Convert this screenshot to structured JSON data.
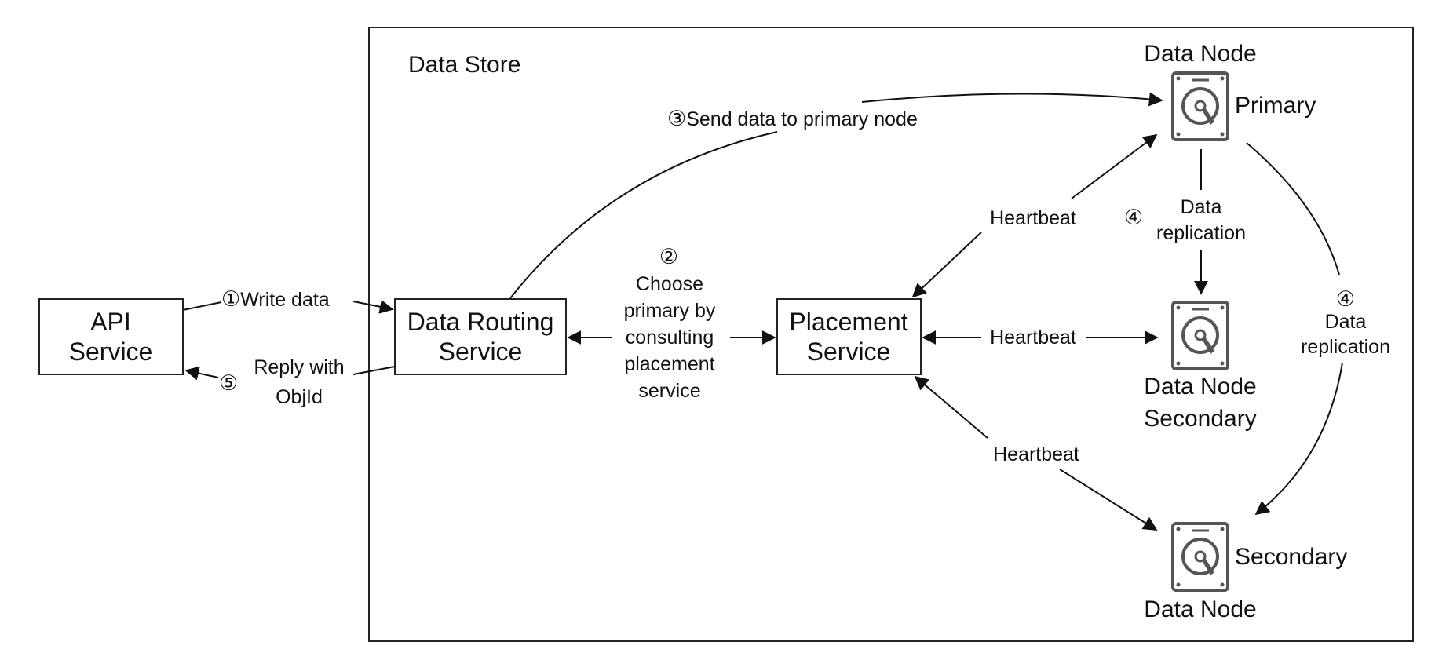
{
  "store_title": "Data Store",
  "api_service": {
    "line1": "API",
    "line2": "Service"
  },
  "routing_service": {
    "line1": "Data Routing",
    "line2": "Service"
  },
  "placement_service": {
    "line1": "Placement",
    "line2": "Service"
  },
  "nodes": {
    "primary": {
      "top_label": "Data Node",
      "side_label": "Primary"
    },
    "secondary_mid": {
      "line1": "Data Node",
      "line2": "Secondary"
    },
    "secondary_bottom": {
      "side_label": "Secondary",
      "bottom_label": "Data Node"
    }
  },
  "steps": {
    "write": {
      "num": "①",
      "text": "Write data"
    },
    "choose": {
      "num": "②",
      "line1": "Choose",
      "line2": "primary by",
      "line3": "consulting",
      "line4": "placement",
      "line5": "service"
    },
    "send": {
      "num": "③",
      "text": "Send data to primary node"
    },
    "replication_mid": {
      "num": "④",
      "line1": "Data",
      "line2": "replication"
    },
    "replication_right": {
      "num": "④",
      "line1": "Data",
      "line2": "replication"
    },
    "reply": {
      "num": "⑤",
      "line1": "Reply with",
      "line2": "ObjId"
    }
  },
  "heartbeats": {
    "upper": "Heartbeat",
    "middle": "Heartbeat",
    "lower": "Heartbeat"
  }
}
